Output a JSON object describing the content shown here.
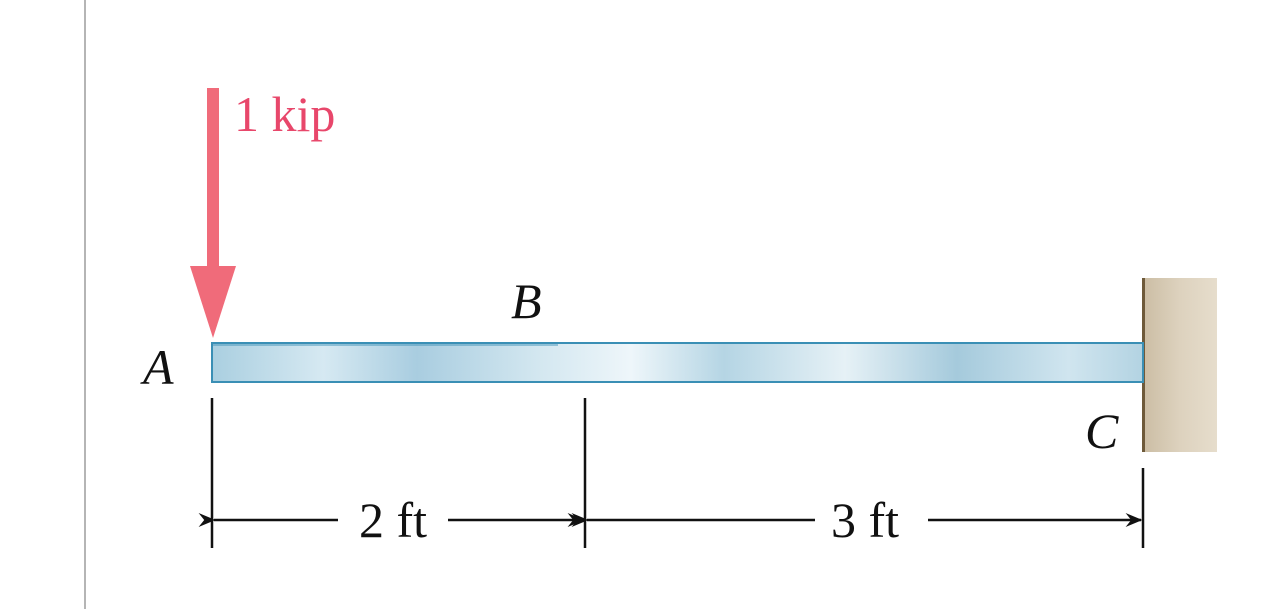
{
  "load": {
    "label": "1 kip",
    "color": "#f06b7a",
    "label_color": "#e8476b"
  },
  "points": {
    "a": "A",
    "b": "B",
    "c": "C"
  },
  "dimensions": {
    "ab": "2 ft",
    "bc": "3 ft"
  },
  "colors": {
    "beam_light": "#e8f2f7",
    "beam_mid": "#b9d6e3",
    "beam_edge": "#3a8fb5",
    "wall_light": "#d9ccb6",
    "wall_dark": "#b9a88c",
    "wall_edge": "#6e5a3a",
    "line": "#111111",
    "frame": "#b5b5b5"
  }
}
